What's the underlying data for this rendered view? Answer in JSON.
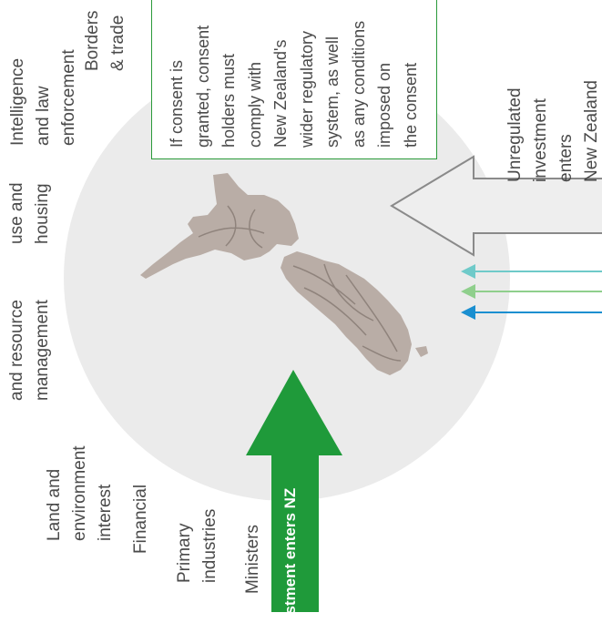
{
  "labels": {
    "intelligence": "Intelligence\nand law\nenforcement",
    "borders": "Borders\n& trade",
    "housing": "use and\nhousing",
    "resource": "and resource\nmanagement",
    "land_env": "Land and\nenvironment\ninterest",
    "financial": "Financial",
    "primary": "Primary\nindustries",
    "ministers": "Ministers",
    "unregulated": "Unregulated\ninvestment\nenters\nNew Zealand"
  },
  "consent_box": {
    "text": "If consent is\ngranted, consent\nholders must\ncomply with\nNew Zealand's\nwider regulatory\nsystem, as well\nas any conditions\nimposed on\nthe consent"
  },
  "green_arrow": {
    "text": "estment enters NZ",
    "color": "#1f9a3a"
  },
  "colors": {
    "circle": "#ebebeb",
    "map": "#b9ada6",
    "arrow_teal": "#6fcac9",
    "arrow_green": "#8fcf8c",
    "arrow_blue": "#1a8fd0"
  }
}
